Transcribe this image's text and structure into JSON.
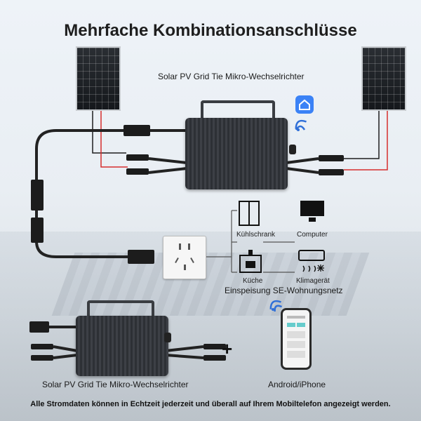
{
  "title": "Mehrfache Kombinationsanschlüsse",
  "top_caption": "Solar PV Grid Tie Mikro-Wechselrichter",
  "bottom_caption": "Solar PV Grid Tie Mikro-Wechselrichter",
  "phone_caption": "Android/iPhone",
  "grid_label": "Einspeisung SE-Wohnungsnetz",
  "appliances": {
    "fridge": "Kühlschrank",
    "computer": "Computer",
    "kitchen": "Küche",
    "aircon": "Klimagerät"
  },
  "footer": "Alle Stromdaten können in Echtzeit jederzeit und überall auf Ihrem Mobiltelefon angezeigt werden.",
  "colors": {
    "wire_red": "#d62d2d",
    "wire_black": "#1e1e1e",
    "app_blue": "#3b82f6",
    "wifi_blue": "#2f6fd8"
  },
  "icons": [
    "solar-panel-icon",
    "inverter-icon",
    "wifi-icon",
    "smart-home-app-icon",
    "power-outlet-icon",
    "fridge-icon",
    "computer-icon",
    "stove-icon",
    "air-conditioner-icon",
    "smartphone-icon",
    "plus-icon"
  ]
}
